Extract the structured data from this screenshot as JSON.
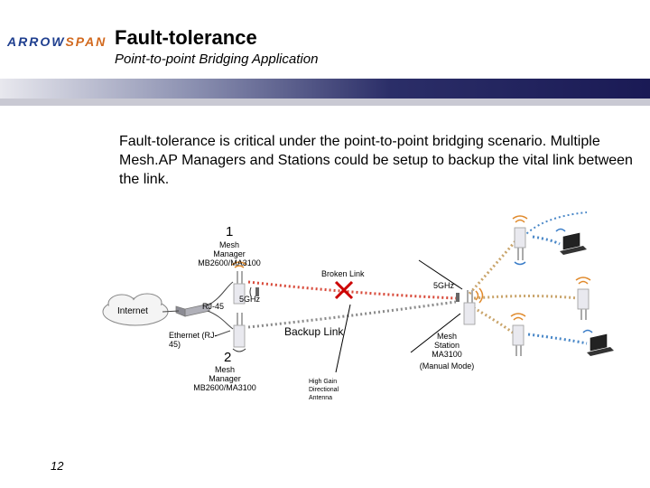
{
  "logo": {
    "text_a": "ARROW",
    "text_b": "SPAN"
  },
  "header": {
    "title": "Fault-tolerance",
    "subtitle": "Point-to-point Bridging Application"
  },
  "intro": "Fault-tolerance is critical under the point-to-point bridging scenario. Multiple Mesh.AP Managers and Stations could be setup to backup the vital link between the link.",
  "diagram": {
    "manager1": {
      "number": "1",
      "label_line1": "Mesh",
      "label_line2": "Manager",
      "label_line3": "MB2600/MA3100"
    },
    "manager2": {
      "number": "2",
      "label_line1": "Mesh",
      "label_line2": "Manager",
      "label_line3": "MB2600/MA3100"
    },
    "broken_link": "Broken Link",
    "backup_link": "Backup Link",
    "freq_left": "5GHz",
    "freq_right": "5GHz",
    "internet": "Internet",
    "rj45": "RJ-45",
    "ethernet_line1": "Ethernet (RJ-",
    "ethernet_line2": "45)",
    "station": {
      "line1": "Mesh",
      "line2": "Station",
      "line3": "MA3100",
      "line4": "(Manual Mode)"
    },
    "antenna": {
      "line1": "High Gain",
      "line2": "Directional",
      "line3": "Antenna"
    }
  },
  "page_number": "12",
  "colors": {
    "title_blue": "#1f3f8f",
    "banner_dark": "#1a1a55",
    "broken_x": "#cc0000",
    "wifi_orange": "#e08a2c"
  }
}
